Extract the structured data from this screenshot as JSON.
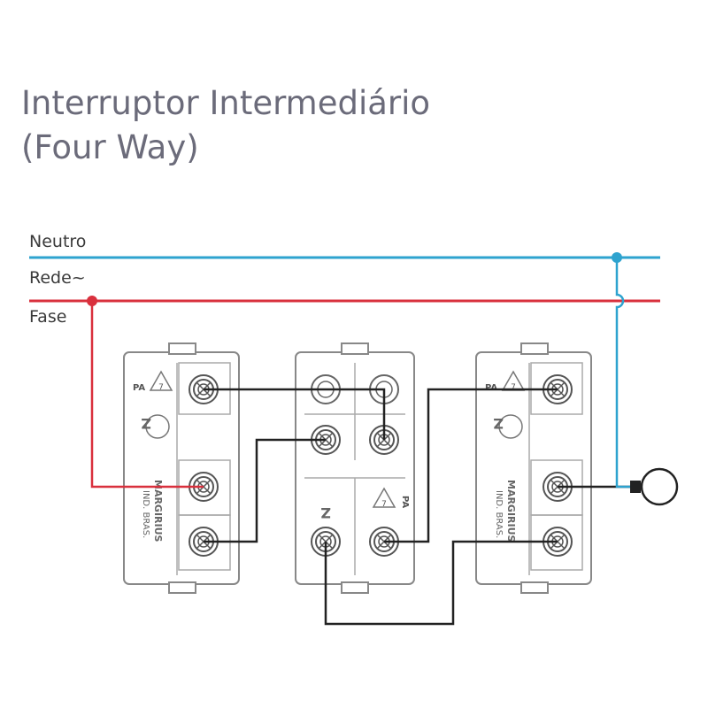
{
  "title": {
    "line1": "Interruptor Intermediário",
    "line2": "(Four Way)"
  },
  "wires": {
    "neutral_label": "Neutro",
    "network_label": "Rede~",
    "phase_label": "Fase"
  },
  "modules": {
    "left": {
      "text_pa": "PA",
      "brand": "MARGIRIUS",
      "origin": "IND. BRAS.",
      "recycle_code": "7",
      "rating": "Z"
    },
    "middle": {
      "text_pa": "PA",
      "recycle_code": "7",
      "rating": "Z"
    },
    "right": {
      "text_pa": "PA",
      "brand": "MARGIRIUS",
      "origin": "IND. BRAS.",
      "recycle_code": "7",
      "rating": "Z"
    }
  },
  "colors": {
    "neutral": "#2ea3cf",
    "phase": "#d9303d",
    "return": "#222222",
    "module_outline": "#888888",
    "title": "#6b6b7a"
  },
  "components": {
    "load": "lamp-icon"
  }
}
